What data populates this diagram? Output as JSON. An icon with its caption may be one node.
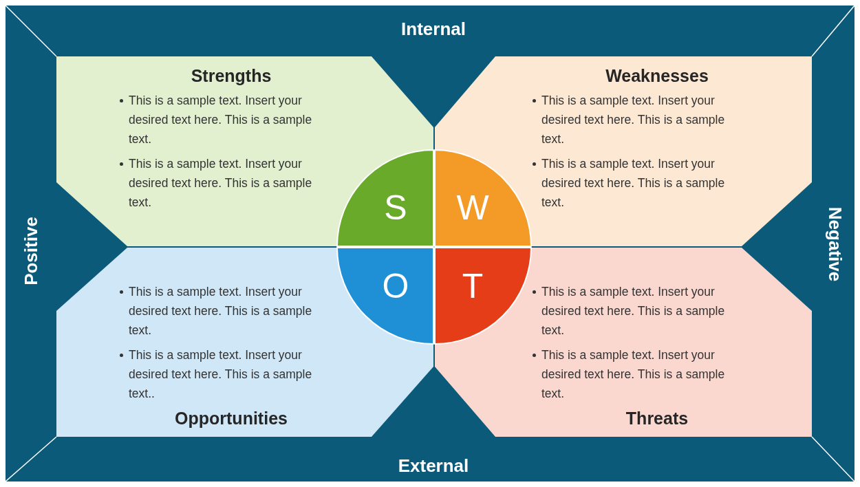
{
  "diagram": {
    "nodes": [
      {
        "text": [
          "Strengths",
          "This is a sample text. Insert your desired text here. This is a sample text.",
          "This is a sample text. Insert your desired text here. This is a sample text."
        ]
      },
      {
        "text": [
          "Weaknesses",
          "This is a sample text. Insert your desired text here. This is a sample text.",
          "This is a sample text. Insert your desired text here. This is a sample text."
        ]
      },
      {
        "text": [
          "This is a sample text. Insert your desired text here. This is a sample text.",
          "This is a sample text. Insert your desired text here. This is a sample text..",
          "Opportunities"
        ]
      },
      {
        "text": [
          "This is a sample text. Insert your desired text here. This is a sample text.",
          "This is a sample text. Insert your desired text here. This is a sample text.",
          "Threats"
        ]
      },
      {
        "text": [
          "S"
        ],
        "in": 0
      },
      {
        "text": [
          "W"
        ],
        "in": 1
      },
      {
        "text": [
          "O"
        ],
        "in": 2
      },
      {
        "text": [
          "T"
        ],
        "in": 3
      }
    ],
    "labels": [
      "Internal",
      "Positive",
      "Negative",
      "External"
    ]
  }
}
